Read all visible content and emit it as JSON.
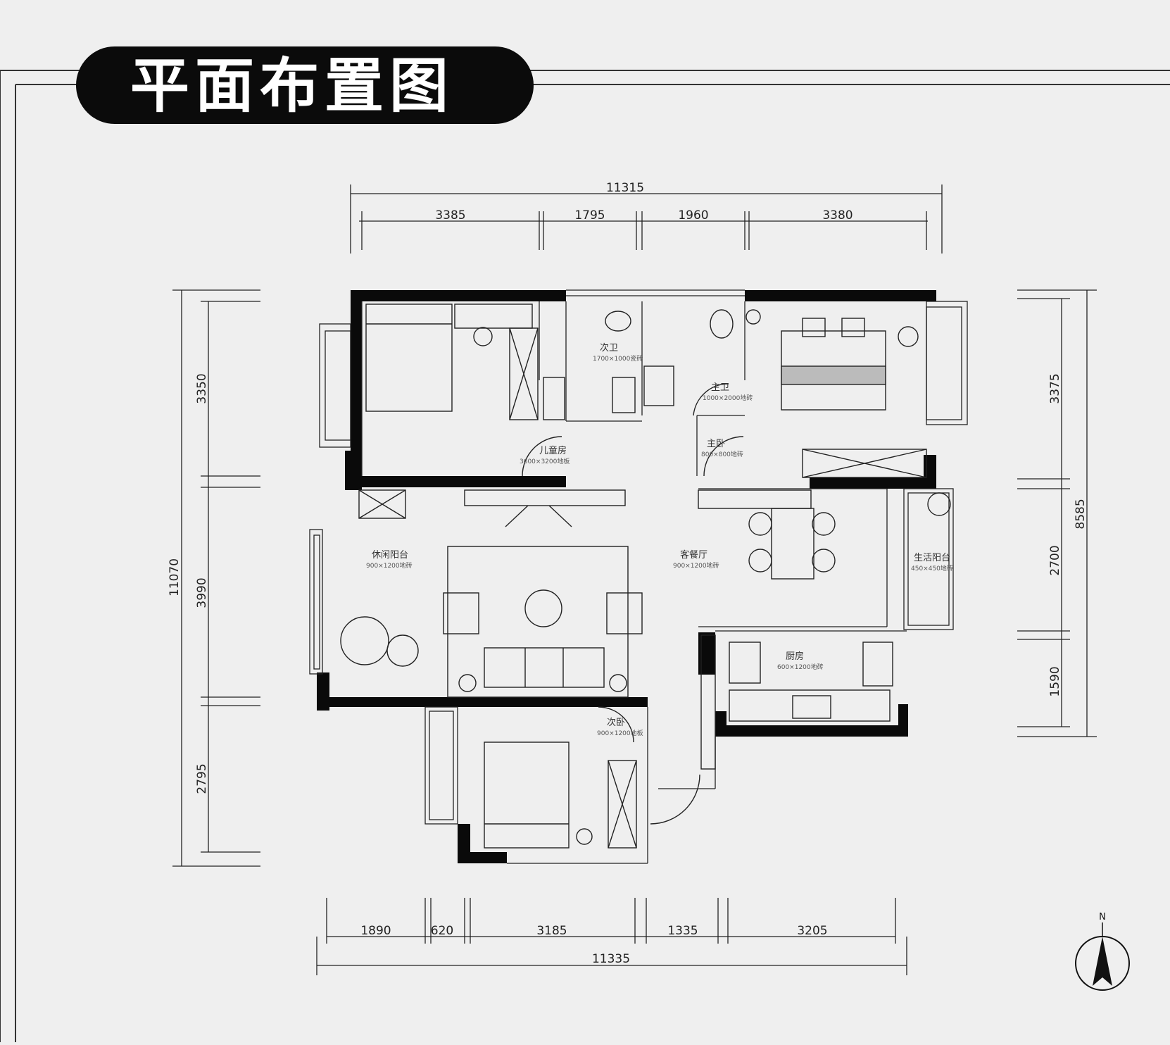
{
  "title": "平面布置图",
  "dimensions": {
    "top_total": "11315",
    "top_segments": [
      "3385",
      "1795",
      "1960",
      "3380"
    ],
    "bottom_segments": [
      "1890",
      "620",
      "3185",
      "1335",
      "3205"
    ],
    "bottom_total": "11335",
    "left_total": "11070",
    "left_segments": [
      "3350",
      "3990",
      "2795"
    ],
    "right_total": "8585",
    "right_segments": [
      "3375",
      "2700",
      "1590"
    ]
  },
  "rooms": {
    "kids_room": {
      "name": "儿童房",
      "size": "3600×3200地板"
    },
    "guest_bath": {
      "name": "次卫",
      "size": "1700×1000瓷砖"
    },
    "master_bath": {
      "name": "主卫",
      "size": "1000×2000地砖"
    },
    "master_bedroom": {
      "name": "主卧",
      "size": "800×800地砖"
    },
    "leisure_balcony": {
      "name": "休闲阳台",
      "size": "900×1200地砖"
    },
    "living_dining": {
      "name": "客餐厅",
      "size": "900×1200地砖"
    },
    "service_balcony": {
      "name": "生活阳台",
      "size": "450×450地砖"
    },
    "kitchen": {
      "name": "厨房",
      "size": "600×1200地砖"
    },
    "second_bedroom": {
      "name": "次卧",
      "size": "900×1200地板"
    }
  },
  "compass": {
    "north_label": "N"
  }
}
